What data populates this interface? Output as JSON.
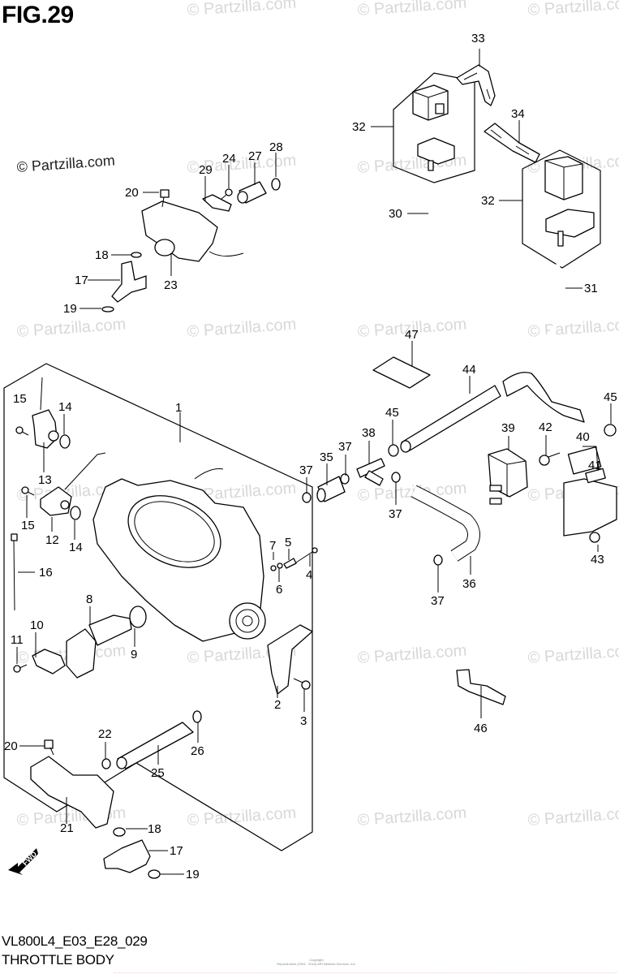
{
  "figure": {
    "title": "FIG.29",
    "model_code": "VL800L4_E03_E28_029",
    "section_name": "THROTTLE BODY",
    "copyright_line1": "Copyright",
    "copyright_line2": "Reproduction (2004 - 2015) ARI Network Services, Inc."
  },
  "watermark": {
    "text": "© Partzilla.com",
    "prominent_text": "© Partzilla.com"
  },
  "fwd_arrow_label": "FWD",
  "callouts": [
    {
      "id": "c1",
      "number": "1"
    },
    {
      "id": "c2",
      "number": "2"
    },
    {
      "id": "c3",
      "number": "3"
    },
    {
      "id": "c4",
      "number": "4"
    },
    {
      "id": "c5",
      "number": "5"
    },
    {
      "id": "c6",
      "number": "6"
    },
    {
      "id": "c7",
      "number": "7"
    },
    {
      "id": "c8",
      "number": "8"
    },
    {
      "id": "c9",
      "number": "9"
    },
    {
      "id": "c10",
      "number": "10"
    },
    {
      "id": "c11",
      "number": "11"
    },
    {
      "id": "c12",
      "number": "12"
    },
    {
      "id": "c13",
      "number": "13"
    },
    {
      "id": "c14a",
      "number": "14"
    },
    {
      "id": "c14b",
      "number": "14"
    },
    {
      "id": "c15a",
      "number": "15"
    },
    {
      "id": "c15b",
      "number": "15"
    },
    {
      "id": "c16",
      "number": "16"
    },
    {
      "id": "c17a",
      "number": "17"
    },
    {
      "id": "c17b",
      "number": "17"
    },
    {
      "id": "c18a",
      "number": "18"
    },
    {
      "id": "c18b",
      "number": "18"
    },
    {
      "id": "c19a",
      "number": "19"
    },
    {
      "id": "c19b",
      "number": "19"
    },
    {
      "id": "c20a",
      "number": "20"
    },
    {
      "id": "c20b",
      "number": "20"
    },
    {
      "id": "c21",
      "number": "21"
    },
    {
      "id": "c22",
      "number": "22"
    },
    {
      "id": "c23",
      "number": "23"
    },
    {
      "id": "c24",
      "number": "24"
    },
    {
      "id": "c25",
      "number": "25"
    },
    {
      "id": "c26",
      "number": "26"
    },
    {
      "id": "c27",
      "number": "27"
    },
    {
      "id": "c28",
      "number": "28"
    },
    {
      "id": "c29",
      "number": "29"
    },
    {
      "id": "c30",
      "number": "30"
    },
    {
      "id": "c31",
      "number": "31"
    },
    {
      "id": "c32a",
      "number": "32"
    },
    {
      "id": "c32b",
      "number": "32"
    },
    {
      "id": "c33",
      "number": "33"
    },
    {
      "id": "c34",
      "number": "34"
    },
    {
      "id": "c35",
      "number": "35"
    },
    {
      "id": "c36",
      "number": "36"
    },
    {
      "id": "c37a",
      "number": "37"
    },
    {
      "id": "c37b",
      "number": "37"
    },
    {
      "id": "c37c",
      "number": "37"
    },
    {
      "id": "c37d",
      "number": "37"
    },
    {
      "id": "c38",
      "number": "38"
    },
    {
      "id": "c39",
      "number": "39"
    },
    {
      "id": "c40",
      "number": "40"
    },
    {
      "id": "c41",
      "number": "41"
    },
    {
      "id": "c42",
      "number": "42"
    },
    {
      "id": "c43",
      "number": "43"
    },
    {
      "id": "c44",
      "number": "44"
    },
    {
      "id": "c45a",
      "number": "45"
    },
    {
      "id": "c45b",
      "number": "45"
    },
    {
      "id": "c46",
      "number": "46"
    },
    {
      "id": "c47",
      "number": "47"
    }
  ]
}
